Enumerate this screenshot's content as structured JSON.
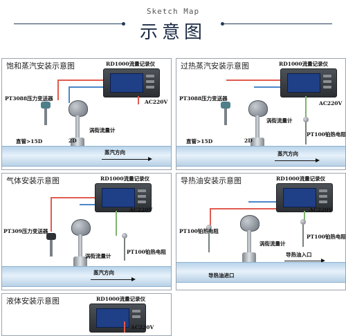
{
  "header": {
    "subtitle_en": "Sketch Map",
    "title_zh": "示意图"
  },
  "panels": {
    "p1": {
      "title": "饱和蒸汽安装示意图",
      "recorder": "RD1000流量记录仪",
      "power": "AC220V",
      "transmitter": "PT3088压力变送器",
      "flowmeter": "涡街流量计",
      "upstream": "直管>15D",
      "downstream": "2D",
      "flow_dir": "蒸汽方向"
    },
    "p2": {
      "title": "过热蒸汽安装示意图",
      "recorder": "RD1000流量记录仪",
      "power": "AC220V",
      "transmitter": "PT3088压力变送器",
      "flowmeter": "涡街流量计",
      "upstream": "直管>15D",
      "downstream": "2D",
      "flow_dir": "蒸汽方向",
      "resistor": "PT100铂热电阻"
    },
    "p3": {
      "title": "气体安装示意图",
      "recorder": "RD1000流量记录仪",
      "power": "AC220V",
      "transmitter": "PT309压力变送器",
      "flowmeter": "涡街流量计",
      "resistor": "PT100铂热电阻",
      "flow_dir": "蒸汽方向"
    },
    "p4": {
      "title": "导热油安装示意图",
      "recorder": "RD1000流量记录仪",
      "power": "AC220V",
      "resistor_left": "PT100铂热电阻",
      "flowmeter": "涡街流量计",
      "resistor_right": "PT100铂热电阻",
      "inlet": "导热油入口",
      "outlet": "导热油进口"
    },
    "p5": {
      "title": "液体安装示意图",
      "recorder": "RD1000流量记录仪",
      "power": "AC220V"
    }
  },
  "colors": {
    "header": "#1a2a44",
    "pipe": "#cfe3f3",
    "wire_red": "#e05a4e",
    "wire_blue": "#4b86c8",
    "wire_green": "#7fb36c",
    "screen": "#1f3f86"
  }
}
